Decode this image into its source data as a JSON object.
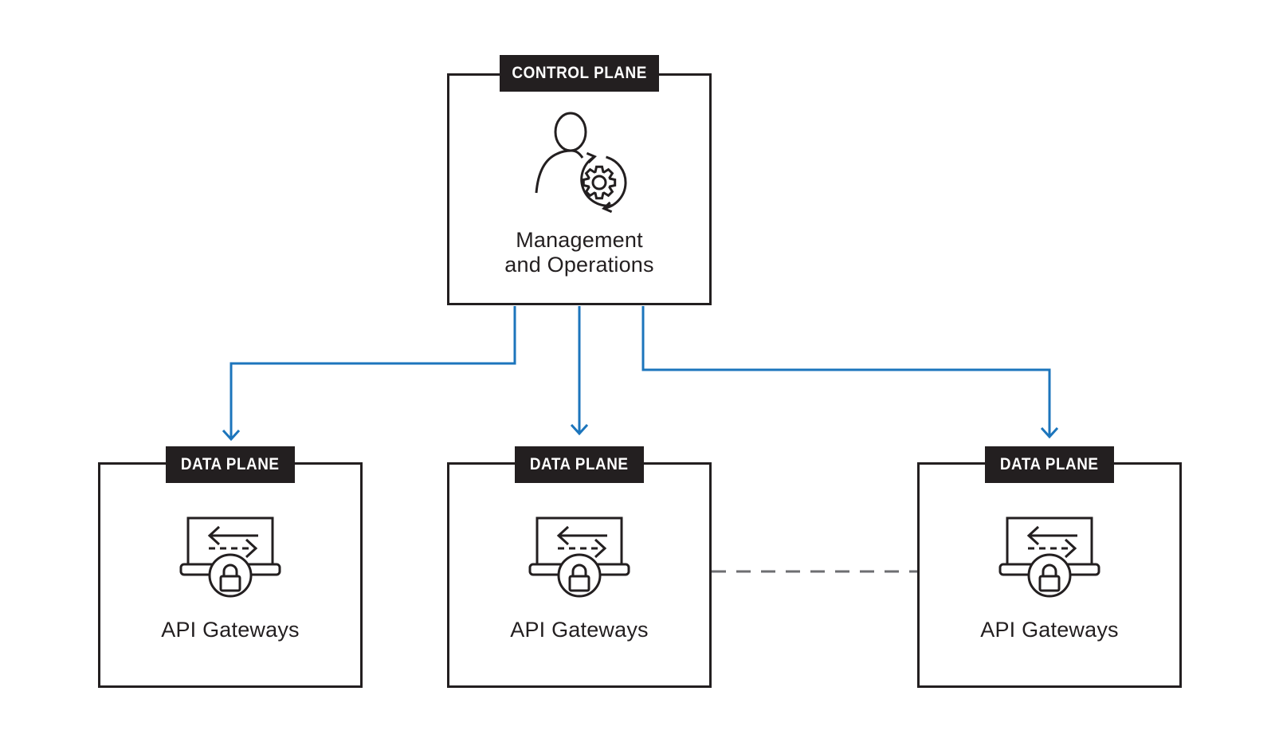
{
  "colors": {
    "accent_blue": "#1c75bc",
    "ink": "#231f20",
    "dash_gray": "#6d6e71",
    "background": "#ffffff"
  },
  "control_plane": {
    "label": "CONTROL PLANE",
    "caption_line1": "Management",
    "caption_line2": "and Operations",
    "icon": "person-gear-cycle-icon"
  },
  "data_planes": [
    {
      "label": "DATA PLANE",
      "caption": "API Gateways",
      "icon": "gateway-monitor-lock-icon"
    },
    {
      "label": "DATA PLANE",
      "caption": "API Gateways",
      "icon": "gateway-monitor-lock-icon"
    },
    {
      "label": "DATA PLANE",
      "caption": "API Gateways",
      "icon": "gateway-monitor-lock-icon"
    }
  ],
  "connections": {
    "control_to_left_data": "solid blue elbow arrow",
    "control_to_middle_data": "solid blue straight arrow",
    "control_to_right_data": "solid blue elbow arrow",
    "middle_to_right_data": "dashed gray line"
  }
}
